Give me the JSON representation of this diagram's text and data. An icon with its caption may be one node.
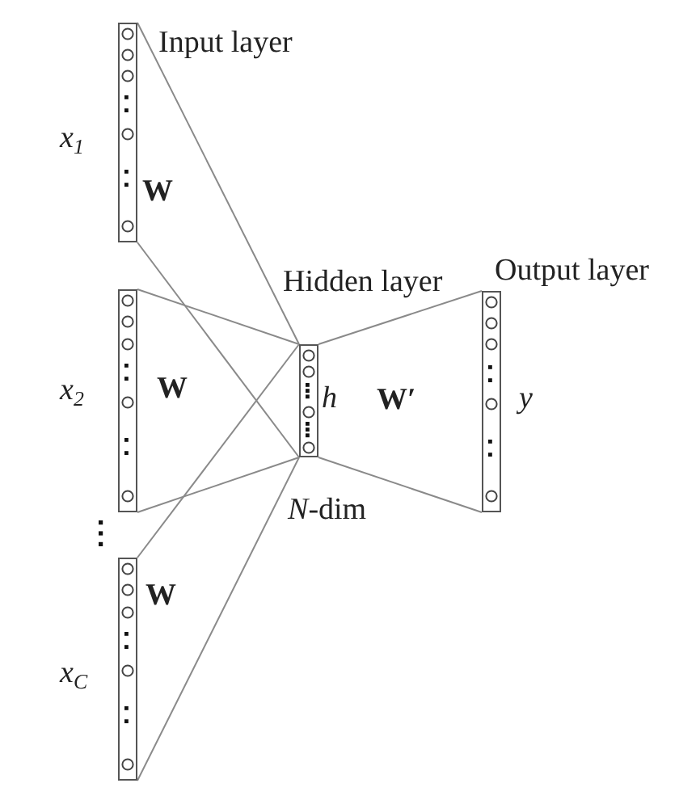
{
  "diagram": {
    "nodes": [
      {
        "text": [],
        "shape": "box",
        "beside": [
          "Input layer",
          "x$_{1}$"
        ]
      },
      {
        "text": [],
        "shape": "box",
        "beside": [
          "x$_{2}$"
        ]
      },
      {
        "text": [],
        "shape": "box",
        "beside": [
          "x$_{C}$"
        ]
      },
      {
        "text": [],
        "shape": "box",
        "beside": [
          "Hidden layer",
          "h",
          "*N*-dim"
        ]
      },
      {
        "text": [],
        "shape": "box",
        "beside": [
          "Output layer",
          "y"
        ]
      }
    ],
    "edges": [
      {
        "from": 0,
        "to": 3,
        "arrow": "none"
      },
      {
        "from": 0,
        "to": 3,
        "arrow": "none"
      },
      {
        "from": 1,
        "to": 3,
        "arrow": "none"
      },
      {
        "from": 1,
        "to": 3,
        "arrow": "none"
      },
      {
        "from": 2,
        "to": 3,
        "arrow": "none"
      },
      {
        "from": 2,
        "to": 3,
        "arrow": "none"
      },
      {
        "from": 3,
        "to": 4,
        "arrow": "none"
      },
      {
        "from": 3,
        "to": 4,
        "arrow": "none"
      }
    ],
    "labels": [
      "W",
      "W",
      "W′",
      "W"
    ]
  }
}
